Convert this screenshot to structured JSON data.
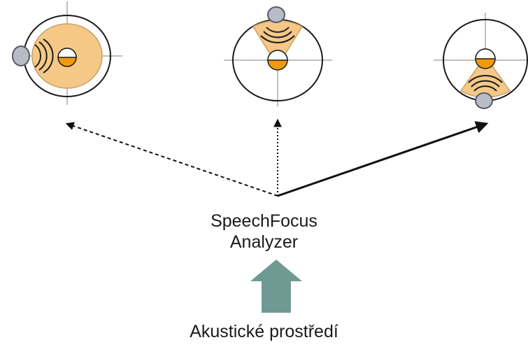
{
  "analyzer": {
    "line1": "SpeechFocus",
    "line2": "Analyzer"
  },
  "environment": {
    "label": "Akustické prostředí"
  },
  "modes": [
    {
      "id": "surround",
      "arrow_style": "dashed"
    },
    {
      "id": "front",
      "arrow_style": "dotted"
    },
    {
      "id": "back",
      "arrow_style": "solid"
    }
  ],
  "colors": {
    "head_ring": "#1a1a1a",
    "focus_fill": "#f5c888",
    "focus_stroke": "#c8a068",
    "listener_fill": "#f09a0a",
    "speaker_fill": "#b8bcc6",
    "speaker_stroke": "#555a66",
    "crosshair": "#aaaaaa",
    "arrow": "#111111",
    "big_arrow": "#6f9a94"
  }
}
